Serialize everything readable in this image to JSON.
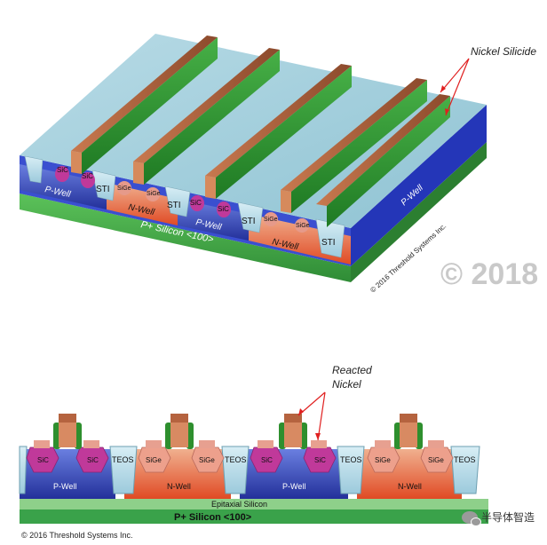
{
  "top_diagram": {
    "callout_silicide": "Nickel Silicide",
    "labels": {
      "sic_1": "SiC",
      "sic_2": "SiC",
      "sic_3": "SiC",
      "sic_4": "SiC",
      "sige_1": "SiGe",
      "sige_2": "SiGe",
      "sige_3": "SiGe",
      "sige_4": "SiGe",
      "sti_1": "STI",
      "sti_2": "STI",
      "sti_3": "STI",
      "sti_4": "STI",
      "pwell_1": "P-Well",
      "pwell_2": "P-Well",
      "pwell_3": "P-Well",
      "nwell_1": "N-Well",
      "nwell_2": "N-Well",
      "substrate": "P+ Silicon <100>"
    },
    "copyright": "© 2016 Threshold Systems Inc.",
    "watermark": "© 2018"
  },
  "bottom_diagram": {
    "callout_reacted": "Reacted\nNickel",
    "callout_reacted_line1": "Reacted",
    "callout_reacted_line2": "Nickel",
    "labels": {
      "sic_1": "SiC",
      "sic_2": "SiC",
      "sic_3": "SiC",
      "sic_4": "SiC",
      "sige_1": "SiGe",
      "sige_2": "SiGe",
      "sige_3": "SiGe",
      "sige_4": "SiGe",
      "teos_1": "TEOS",
      "teos_2": "TEOS",
      "teos_3": "TEOS",
      "teos_4": "TEOS",
      "pwell_1": "P-Well",
      "pwell_2": "P-Well",
      "nwell_1": "N-Well",
      "nwell_2": "N-Well",
      "epi": "Epitaxial Silicon",
      "substrate": "P+ Silicon <100>"
    },
    "copyright": "© 2016 Threshold Systems Inc."
  },
  "wechat_tag": "半导体智造",
  "colors": {
    "substrate_green": "#3aa24a",
    "pwell_blue": "#2b3fc2",
    "nwell_red": "#e25a35",
    "sti_lightblue": "#b9dbe8",
    "gate_green": "#2e8f2e",
    "gate_brown": "#a05a3a",
    "sic_magenta": "#c0399a",
    "sige_pink": "#e69a8a",
    "callout_red": "#e02020"
  }
}
